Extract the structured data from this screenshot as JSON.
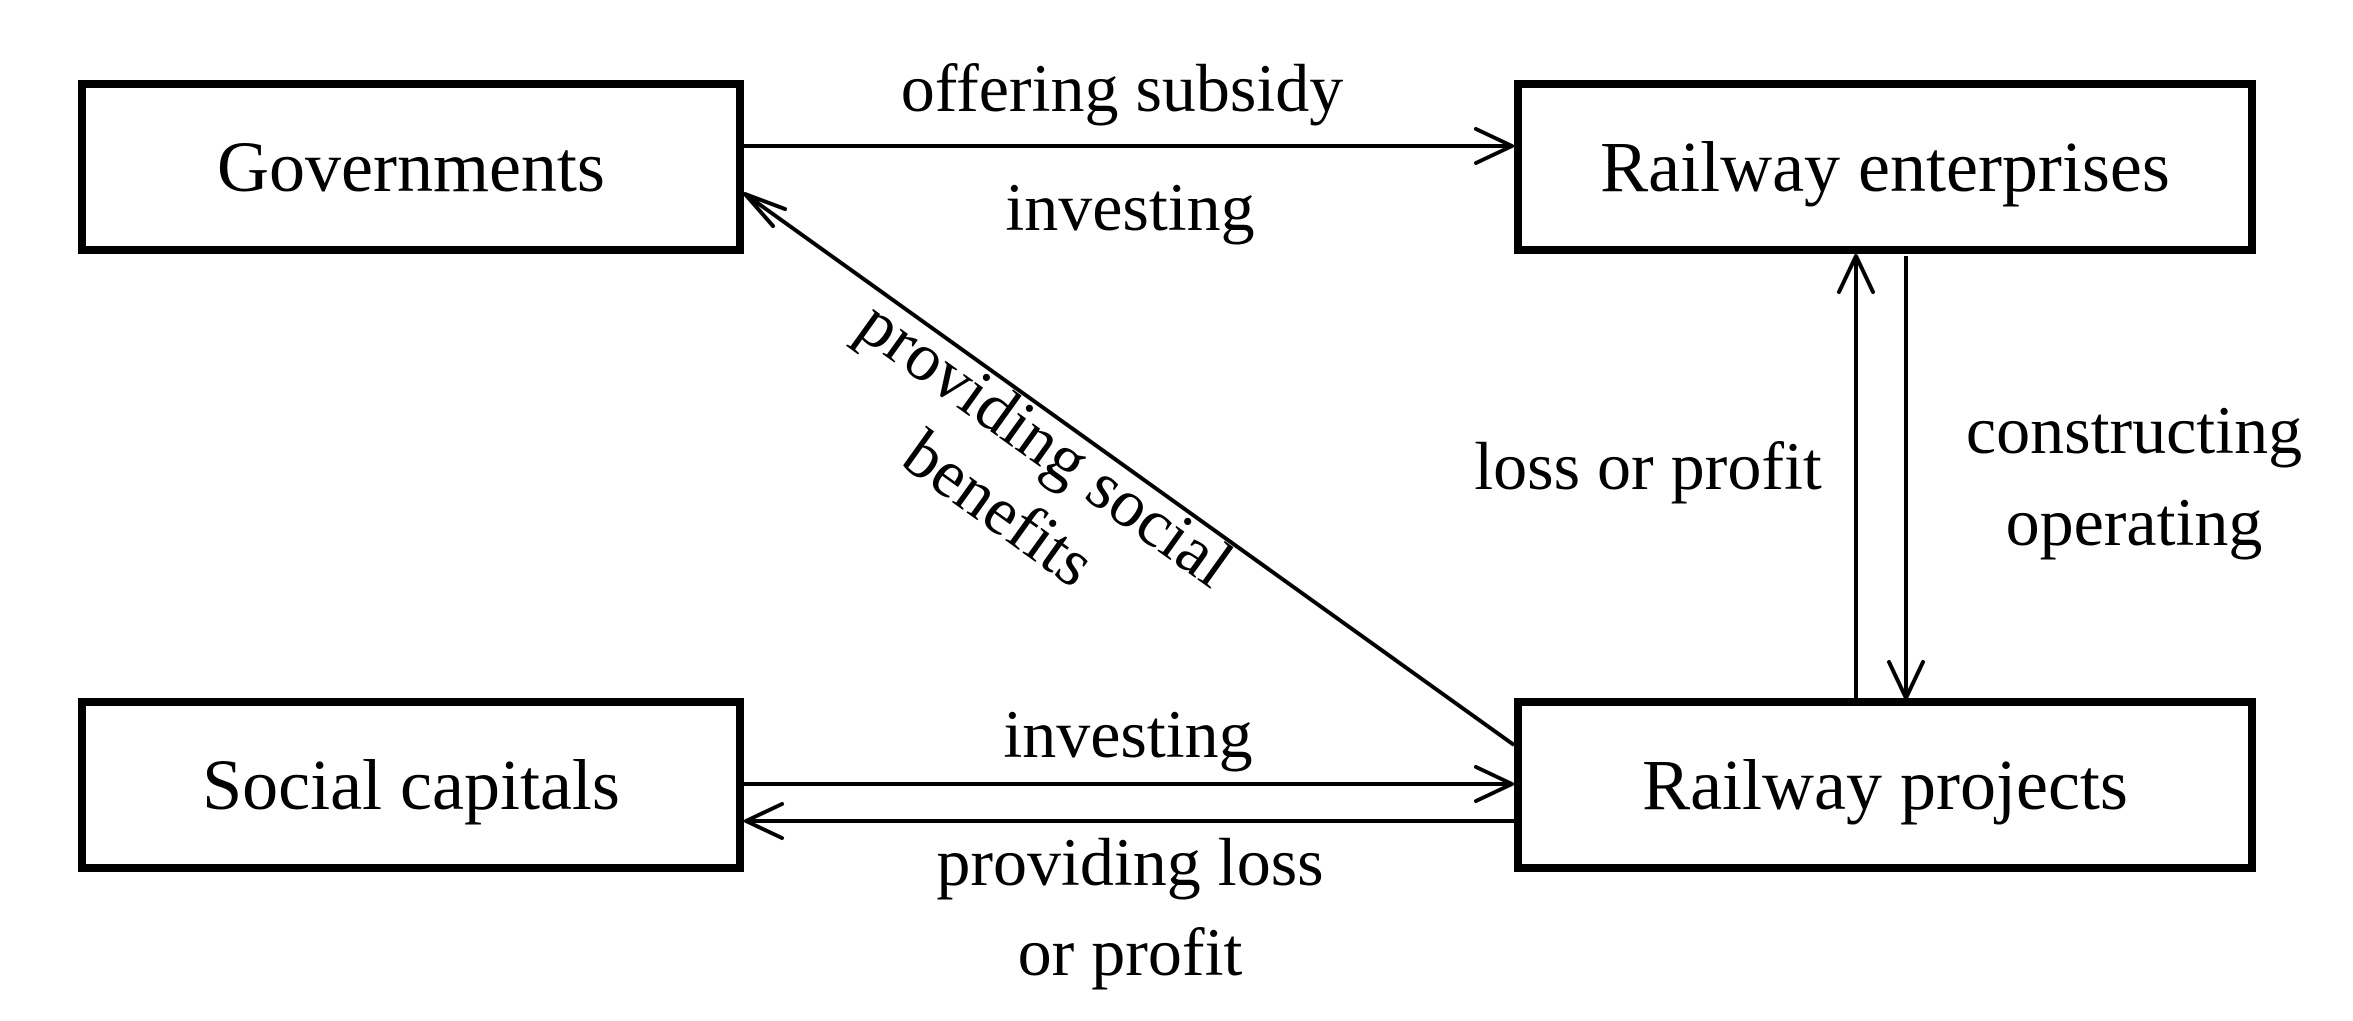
{
  "nodes": {
    "governments": "Governments",
    "railway_enterprises": "Railway enterprises",
    "social_capitals": "Social capitals",
    "railway_projects": "Railway projects"
  },
  "edges": {
    "offering_subsidy": "offering subsidy",
    "investing_top": "investing",
    "providing_social_benefits_1": "providing social",
    "providing_social_benefits_2": "benefits",
    "loss_or_profit": "loss or profit",
    "constructing": "constructing",
    "operating": "operating",
    "investing_bottom": "investing",
    "providing_loss_1": "providing loss",
    "providing_loss_2": "or profit"
  },
  "colors": {
    "stroke": "#000000",
    "background": "#ffffff"
  }
}
